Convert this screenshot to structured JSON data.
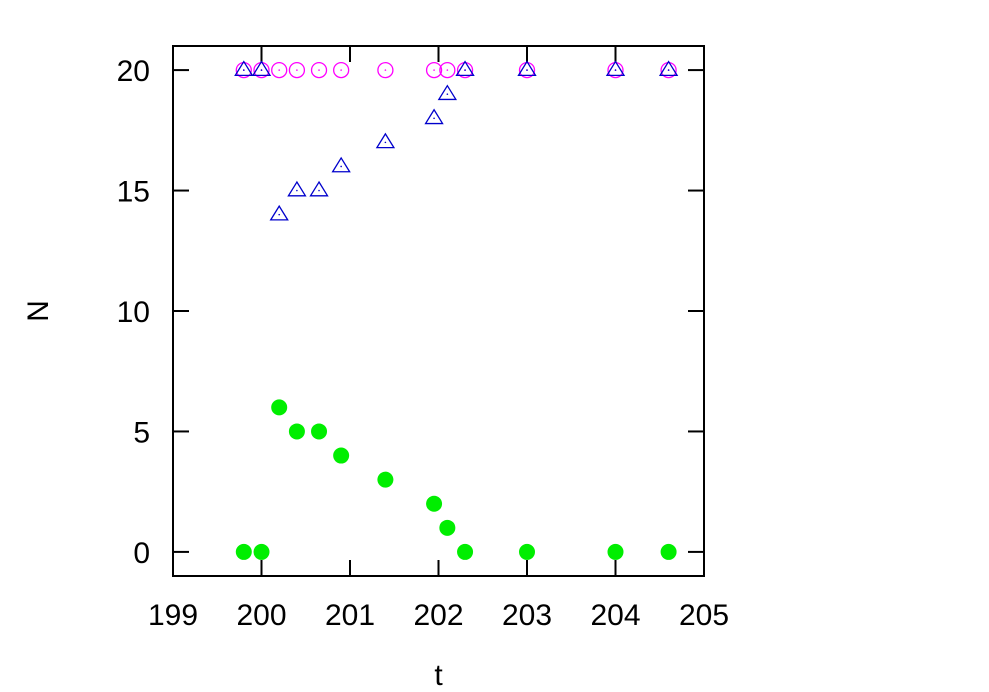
{
  "chart_data": {
    "type": "scatter",
    "title": "",
    "xlabel": "t",
    "ylabel": "N",
    "xlim": [
      199,
      205
    ],
    "ylim": [
      -1,
      21
    ],
    "xticks": [
      199,
      200,
      201,
      202,
      203,
      204,
      205
    ],
    "yticks": [
      0,
      5,
      10,
      15,
      20
    ],
    "xtick_labels": [
      "199",
      "200",
      "201",
      "202",
      "203",
      "204",
      "205"
    ],
    "ytick_labels": [
      "0",
      "5",
      "10",
      "15",
      "20"
    ],
    "grid": false,
    "legend": "none",
    "x": [
      199.8,
      200.0,
      200.2,
      200.4,
      200.65,
      200.9,
      201.4,
      201.95,
      202.1,
      202.3,
      203.0,
      204.0,
      204.6
    ],
    "series": [
      {
        "marker": "open-circle",
        "color": "#ff00ff",
        "values": [
          20,
          20,
          20,
          20,
          20,
          20,
          20,
          20,
          20,
          20,
          20,
          20,
          20
        ]
      },
      {
        "marker": "open-triangle",
        "color": "#0000cc",
        "values": [
          20,
          20,
          14,
          15,
          15,
          16,
          17,
          18,
          19,
          20,
          20,
          20,
          20
        ]
      },
      {
        "marker": "filled-circle",
        "color": "#00ee00",
        "values": [
          0,
          0,
          6,
          5,
          5,
          4,
          3,
          2,
          1,
          0,
          0,
          0,
          0
        ]
      }
    ]
  }
}
